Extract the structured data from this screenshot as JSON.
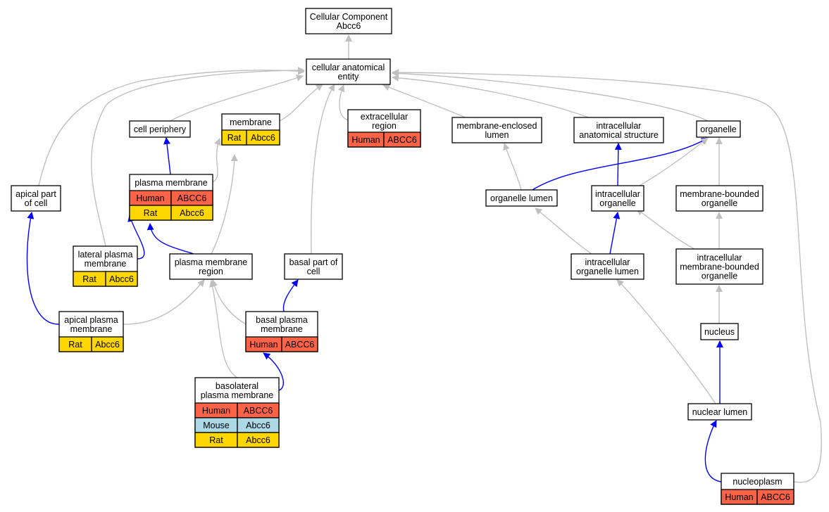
{
  "colors": {
    "is_a_edge": "#c0c0c0",
    "part_of_edge": "#0000ff",
    "human": "#ff6347",
    "mouse": "#add8e6",
    "rat": "#ffd700"
  },
  "nodes": {
    "root": {
      "label": [
        "Cellular Component",
        "Abcc6"
      ],
      "rows": []
    },
    "cae": {
      "label": [
        "cellular anatomical",
        "entity"
      ],
      "rows": []
    },
    "cell_periphery": {
      "label": [
        "cell periphery"
      ],
      "rows": []
    },
    "membrane": {
      "label": [
        "membrane"
      ],
      "rows": [
        [
          "Rat",
          "Abcc6"
        ]
      ]
    },
    "extracellular_region": {
      "label": [
        "extracellular",
        "region"
      ],
      "rows": [
        [
          "Human",
          "ABCC6"
        ]
      ]
    },
    "membrane_enclosed_lumen": {
      "label": [
        "membrane-enclosed",
        "lumen"
      ],
      "rows": []
    },
    "intracellular_anatomical_structure": {
      "label": [
        "intracellular",
        "anatomical structure"
      ],
      "rows": []
    },
    "organelle": {
      "label": [
        "organelle"
      ],
      "rows": []
    },
    "apical_part_of_cell": {
      "label": [
        "apical part",
        "of cell"
      ],
      "rows": []
    },
    "plasma_membrane": {
      "label": [
        "plasma membrane"
      ],
      "rows": [
        [
          "Human",
          "ABCC6"
        ],
        [
          "Rat",
          "Abcc6"
        ]
      ]
    },
    "organelle_lumen": {
      "label": [
        "organelle lumen"
      ],
      "rows": []
    },
    "intracellular_organelle": {
      "label": [
        "intracellular",
        "organelle"
      ],
      "rows": []
    },
    "membrane_bounded_organelle": {
      "label": [
        "membrane-bounded",
        "organelle"
      ],
      "rows": []
    },
    "lateral_plasma_membrane": {
      "label": [
        "lateral plasma",
        "membrane"
      ],
      "rows": [
        [
          "Rat",
          "Abcc6"
        ]
      ]
    },
    "plasma_membrane_region": {
      "label": [
        "plasma membrane",
        "region"
      ],
      "rows": []
    },
    "basal_part_of_cell": {
      "label": [
        "basal part of",
        "cell"
      ],
      "rows": []
    },
    "intracellular_organelle_lumen": {
      "label": [
        "intracellular",
        "organelle lumen"
      ],
      "rows": []
    },
    "intracellular_membrane_bounded_organelle": {
      "label": [
        "intracellular",
        "membrane-bounded",
        "organelle"
      ],
      "rows": []
    },
    "apical_plasma_membrane": {
      "label": [
        "apical plasma",
        "membrane"
      ],
      "rows": [
        [
          "Rat",
          "Abcc6"
        ]
      ]
    },
    "basal_plasma_membrane": {
      "label": [
        "basal plasma",
        "membrane"
      ],
      "rows": [
        [
          "Human",
          "ABCC6"
        ]
      ]
    },
    "nucleus": {
      "label": [
        "nucleus"
      ],
      "rows": []
    },
    "basolateral_plasma_membrane": {
      "label": [
        "basolateral",
        "plasma membrane"
      ],
      "rows": [
        [
          "Human",
          "ABCC6"
        ],
        [
          "Mouse",
          "Abcc6"
        ],
        [
          "Rat",
          "Abcc6"
        ]
      ]
    },
    "nuclear_lumen": {
      "label": [
        "nuclear lumen"
      ],
      "rows": []
    },
    "nucleoplasm": {
      "label": [
        "nucleoplasm"
      ],
      "rows": [
        [
          "Human",
          "ABCC6"
        ]
      ]
    }
  },
  "edges": [
    {
      "from": "cae",
      "to": "root",
      "type": "is_a"
    },
    {
      "from": "cell_periphery",
      "to": "cae",
      "type": "is_a"
    },
    {
      "from": "membrane",
      "to": "cae",
      "type": "is_a"
    },
    {
      "from": "extracellular_region",
      "to": "cae",
      "type": "is_a"
    },
    {
      "from": "membrane_enclosed_lumen",
      "to": "cae",
      "type": "is_a"
    },
    {
      "from": "intracellular_anatomical_structure",
      "to": "cae",
      "type": "is_a"
    },
    {
      "from": "organelle",
      "to": "cae",
      "type": "is_a"
    },
    {
      "from": "apical_part_of_cell",
      "to": "cae",
      "type": "is_a"
    },
    {
      "from": "lateral_plasma_membrane",
      "to": "cae",
      "type": "is_a"
    },
    {
      "from": "basal_part_of_cell",
      "to": "cae",
      "type": "is_a"
    },
    {
      "from": "nucleoplasm",
      "to": "cae",
      "type": "is_a"
    },
    {
      "from": "plasma_membrane",
      "to": "membrane",
      "type": "is_a"
    },
    {
      "from": "plasma_membrane",
      "to": "cell_periphery",
      "type": "part_of"
    },
    {
      "from": "organelle_lumen",
      "to": "membrane_enclosed_lumen",
      "type": "is_a"
    },
    {
      "from": "organelle_lumen",
      "to": "organelle",
      "type": "part_of"
    },
    {
      "from": "intracellular_organelle",
      "to": "organelle",
      "type": "is_a"
    },
    {
      "from": "intracellular_organelle",
      "to": "intracellular_anatomical_structure",
      "type": "part_of"
    },
    {
      "from": "membrane_bounded_organelle",
      "to": "organelle",
      "type": "is_a"
    },
    {
      "from": "lateral_plasma_membrane",
      "to": "plasma_membrane",
      "type": "part_of"
    },
    {
      "from": "plasma_membrane_region",
      "to": "membrane",
      "type": "is_a"
    },
    {
      "from": "plasma_membrane_region",
      "to": "plasma_membrane",
      "type": "part_of"
    },
    {
      "from": "basal_part_of_cell",
      "to": "basal_plasma_membrane",
      "type": "none"
    },
    {
      "from": "intracellular_organelle_lumen",
      "to": "organelle_lumen",
      "type": "is_a"
    },
    {
      "from": "intracellular_organelle_lumen",
      "to": "intracellular_organelle",
      "type": "part_of"
    },
    {
      "from": "intracellular_membrane_bounded_organelle",
      "to": "intracellular_organelle",
      "type": "is_a"
    },
    {
      "from": "intracellular_membrane_bounded_organelle",
      "to": "membrane_bounded_organelle",
      "type": "is_a"
    },
    {
      "from": "apical_plasma_membrane",
      "to": "plasma_membrane_region",
      "type": "is_a"
    },
    {
      "from": "apical_plasma_membrane",
      "to": "apical_part_of_cell",
      "type": "part_of"
    },
    {
      "from": "basal_plasma_membrane",
      "to": "plasma_membrane_region",
      "type": "is_a"
    },
    {
      "from": "basal_plasma_membrane",
      "to": "basal_part_of_cell",
      "type": "part_of"
    },
    {
      "from": "nucleus",
      "to": "intracellular_membrane_bounded_organelle",
      "type": "is_a"
    },
    {
      "from": "basolateral_plasma_membrane",
      "to": "plasma_membrane_region",
      "type": "is_a"
    },
    {
      "from": "basolateral_plasma_membrane",
      "to": "basal_plasma_membrane",
      "type": "part_of"
    },
    {
      "from": "nuclear_lumen",
      "to": "intracellular_organelle_lumen",
      "type": "is_a"
    },
    {
      "from": "nuclear_lumen",
      "to": "nucleus",
      "type": "part_of"
    },
    {
      "from": "nucleoplasm",
      "to": "nuclear_lumen",
      "type": "part_of"
    }
  ]
}
